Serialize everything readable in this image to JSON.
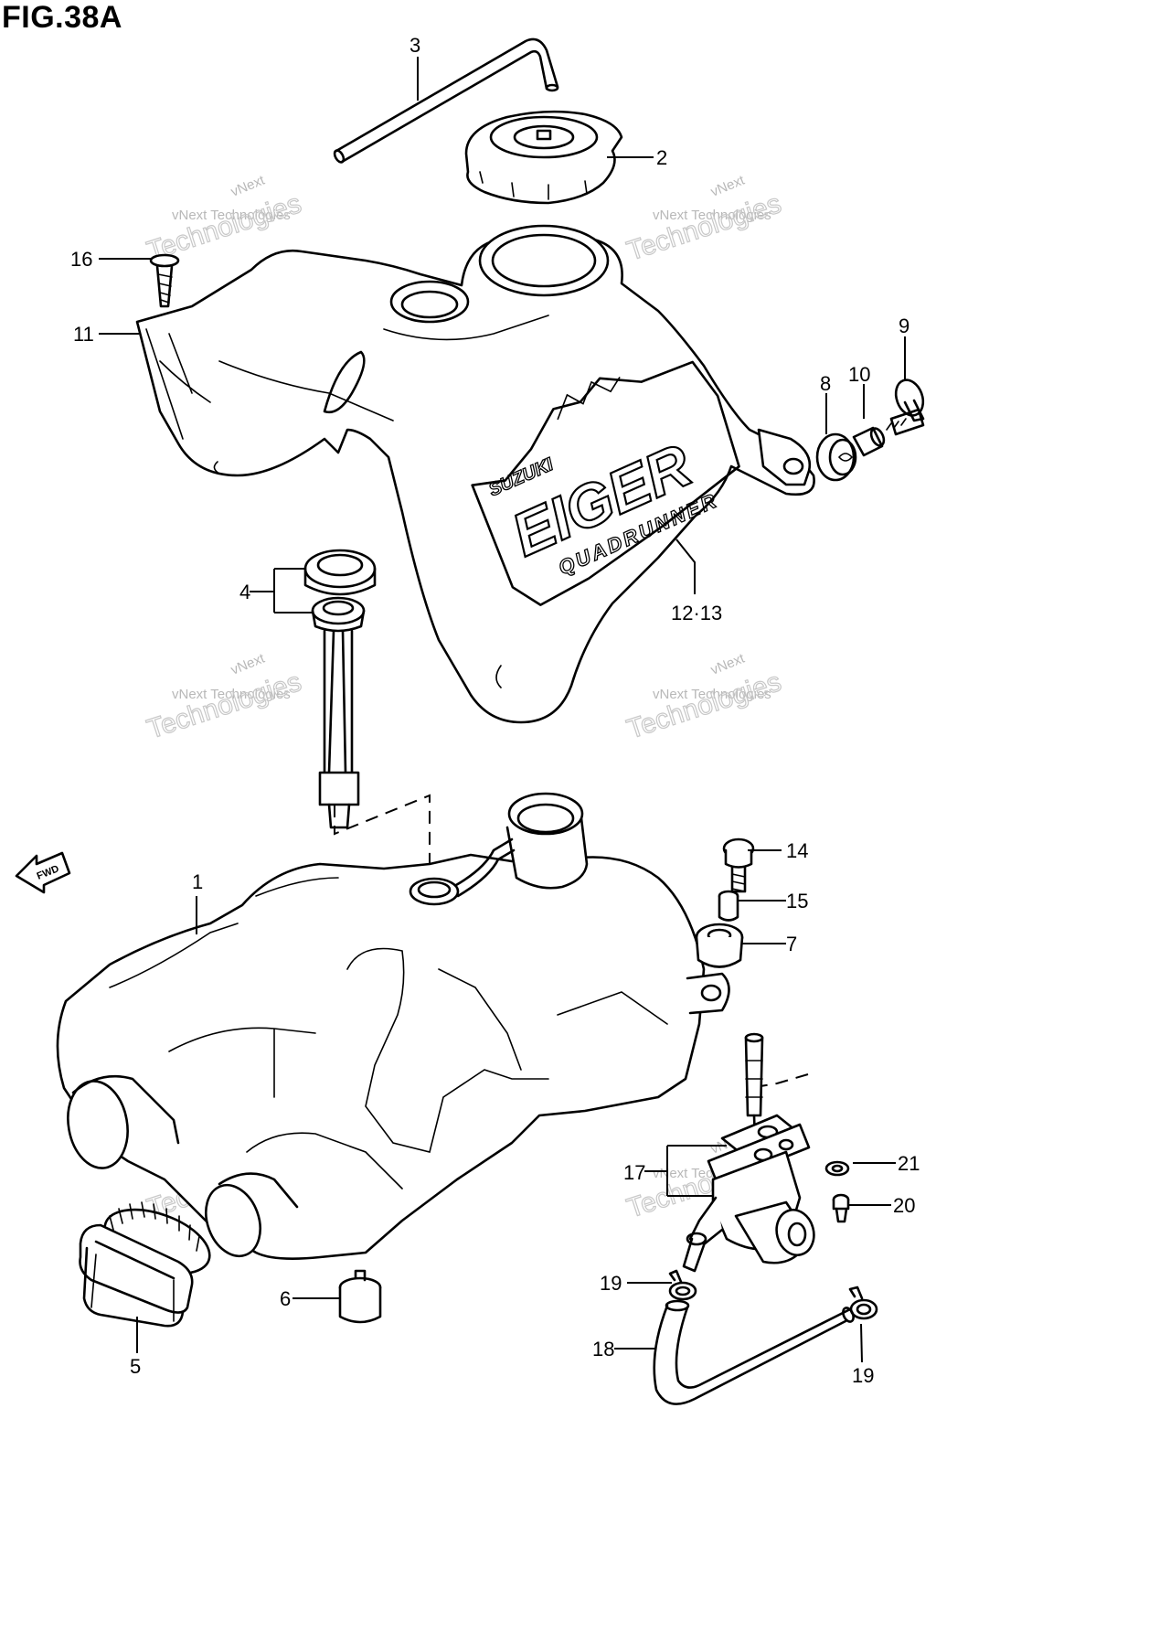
{
  "figure": {
    "title": "FIG.38A"
  },
  "watermark": {
    "line1": "vNext",
    "line2": "vNext Technologies",
    "line3": "Technologies"
  },
  "logo": {
    "brand": "SUZUKI",
    "model": "EIGER",
    "sub": "QUADRUNNER"
  },
  "direction": {
    "label": "FWD"
  },
  "callouts": [
    {
      "id": "c1",
      "label": "1"
    },
    {
      "id": "c2",
      "label": "2"
    },
    {
      "id": "c3",
      "label": "3"
    },
    {
      "id": "c4",
      "label": "4"
    },
    {
      "id": "c5",
      "label": "5"
    },
    {
      "id": "c6",
      "label": "6"
    },
    {
      "id": "c7",
      "label": "7"
    },
    {
      "id": "c8",
      "label": "8"
    },
    {
      "id": "c9",
      "label": "9"
    },
    {
      "id": "c10",
      "label": "10"
    },
    {
      "id": "c11",
      "label": "11"
    },
    {
      "id": "c12",
      "label": "12·13"
    },
    {
      "id": "c14",
      "label": "14"
    },
    {
      "id": "c15",
      "label": "15"
    },
    {
      "id": "c16",
      "label": "16"
    },
    {
      "id": "c17",
      "label": "17"
    },
    {
      "id": "c18",
      "label": "18"
    },
    {
      "id": "c19a",
      "label": "19"
    },
    {
      "id": "c19b",
      "label": "19"
    },
    {
      "id": "c20",
      "label": "20"
    },
    {
      "id": "c21",
      "label": "21"
    }
  ]
}
